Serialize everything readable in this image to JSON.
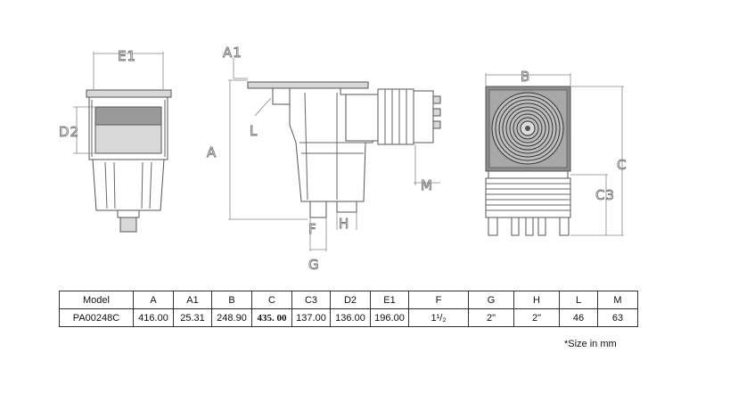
{
  "dimension_labels": {
    "E1": "E1",
    "A1": "A1",
    "D2": "D2",
    "L": "L",
    "A": "A",
    "B": "B",
    "C": "C",
    "C3": "C3",
    "M": "M",
    "F": "F",
    "H": "H",
    "G": "G"
  },
  "table": {
    "headers": [
      "Model",
      "A",
      "A1",
      "B",
      "C",
      "C3",
      "D2",
      "E1",
      "F",
      "G",
      "H",
      "L",
      "M"
    ],
    "rows": [
      [
        "PA00248C",
        "416.00",
        "25.31",
        "248.90",
        "435. 00",
        "137.00",
        "136.00",
        "196.00",
        "1¹/₂",
        "2\"",
        "2\"",
        "46",
        "63"
      ]
    ]
  },
  "note": "*Size in mm"
}
